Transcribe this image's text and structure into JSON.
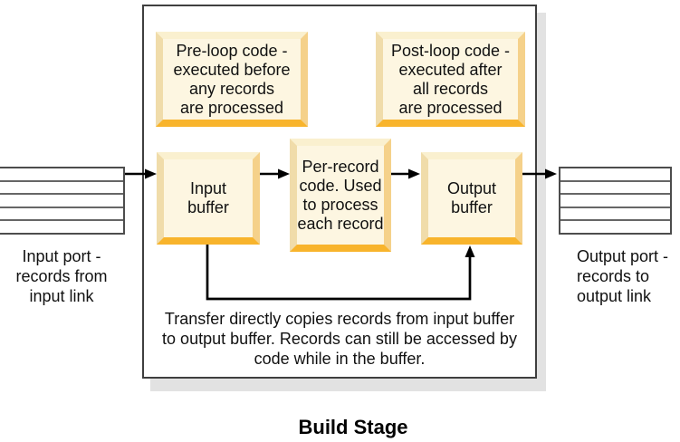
{
  "title": "Build Stage",
  "stage": {
    "boxes": {
      "pre_loop": {
        "lines": [
          "Pre-loop code -",
          "executed before",
          "any records",
          "are processed"
        ]
      },
      "post_loop": {
        "lines": [
          "Post-loop code -",
          "executed after",
          "all records",
          "are processed"
        ]
      },
      "input_buffer": {
        "lines": [
          "Input",
          "buffer"
        ]
      },
      "per_record": {
        "lines": [
          "Per-record",
          "code. Used",
          "to process",
          "each record"
        ]
      },
      "output_buffer": {
        "lines": [
          "Output",
          "buffer"
        ]
      }
    },
    "transfer_note": {
      "lines": [
        "Transfer directly copies records from input buffer",
        "to output buffer. Records can still be accessed by",
        "code while in the buffer."
      ]
    }
  },
  "ports": {
    "input": {
      "label_lines": [
        "Input port -",
        "records from",
        "input link"
      ],
      "record_rows": 5
    },
    "output": {
      "label_lines": [
        "Output port -",
        "records to",
        "output link"
      ],
      "record_rows": 5
    }
  },
  "colors": {
    "box_fill": "#fdf6e1",
    "bevel_highlight": "#faf0cf",
    "bevel_left": "#f0dcaa",
    "bevel_right": "#f5d18a",
    "bevel_shadow": "#f8b42c",
    "stage_shadow": "#e2e2e2",
    "stage_border": "#3f3f3f",
    "arrow": "#000000"
  }
}
